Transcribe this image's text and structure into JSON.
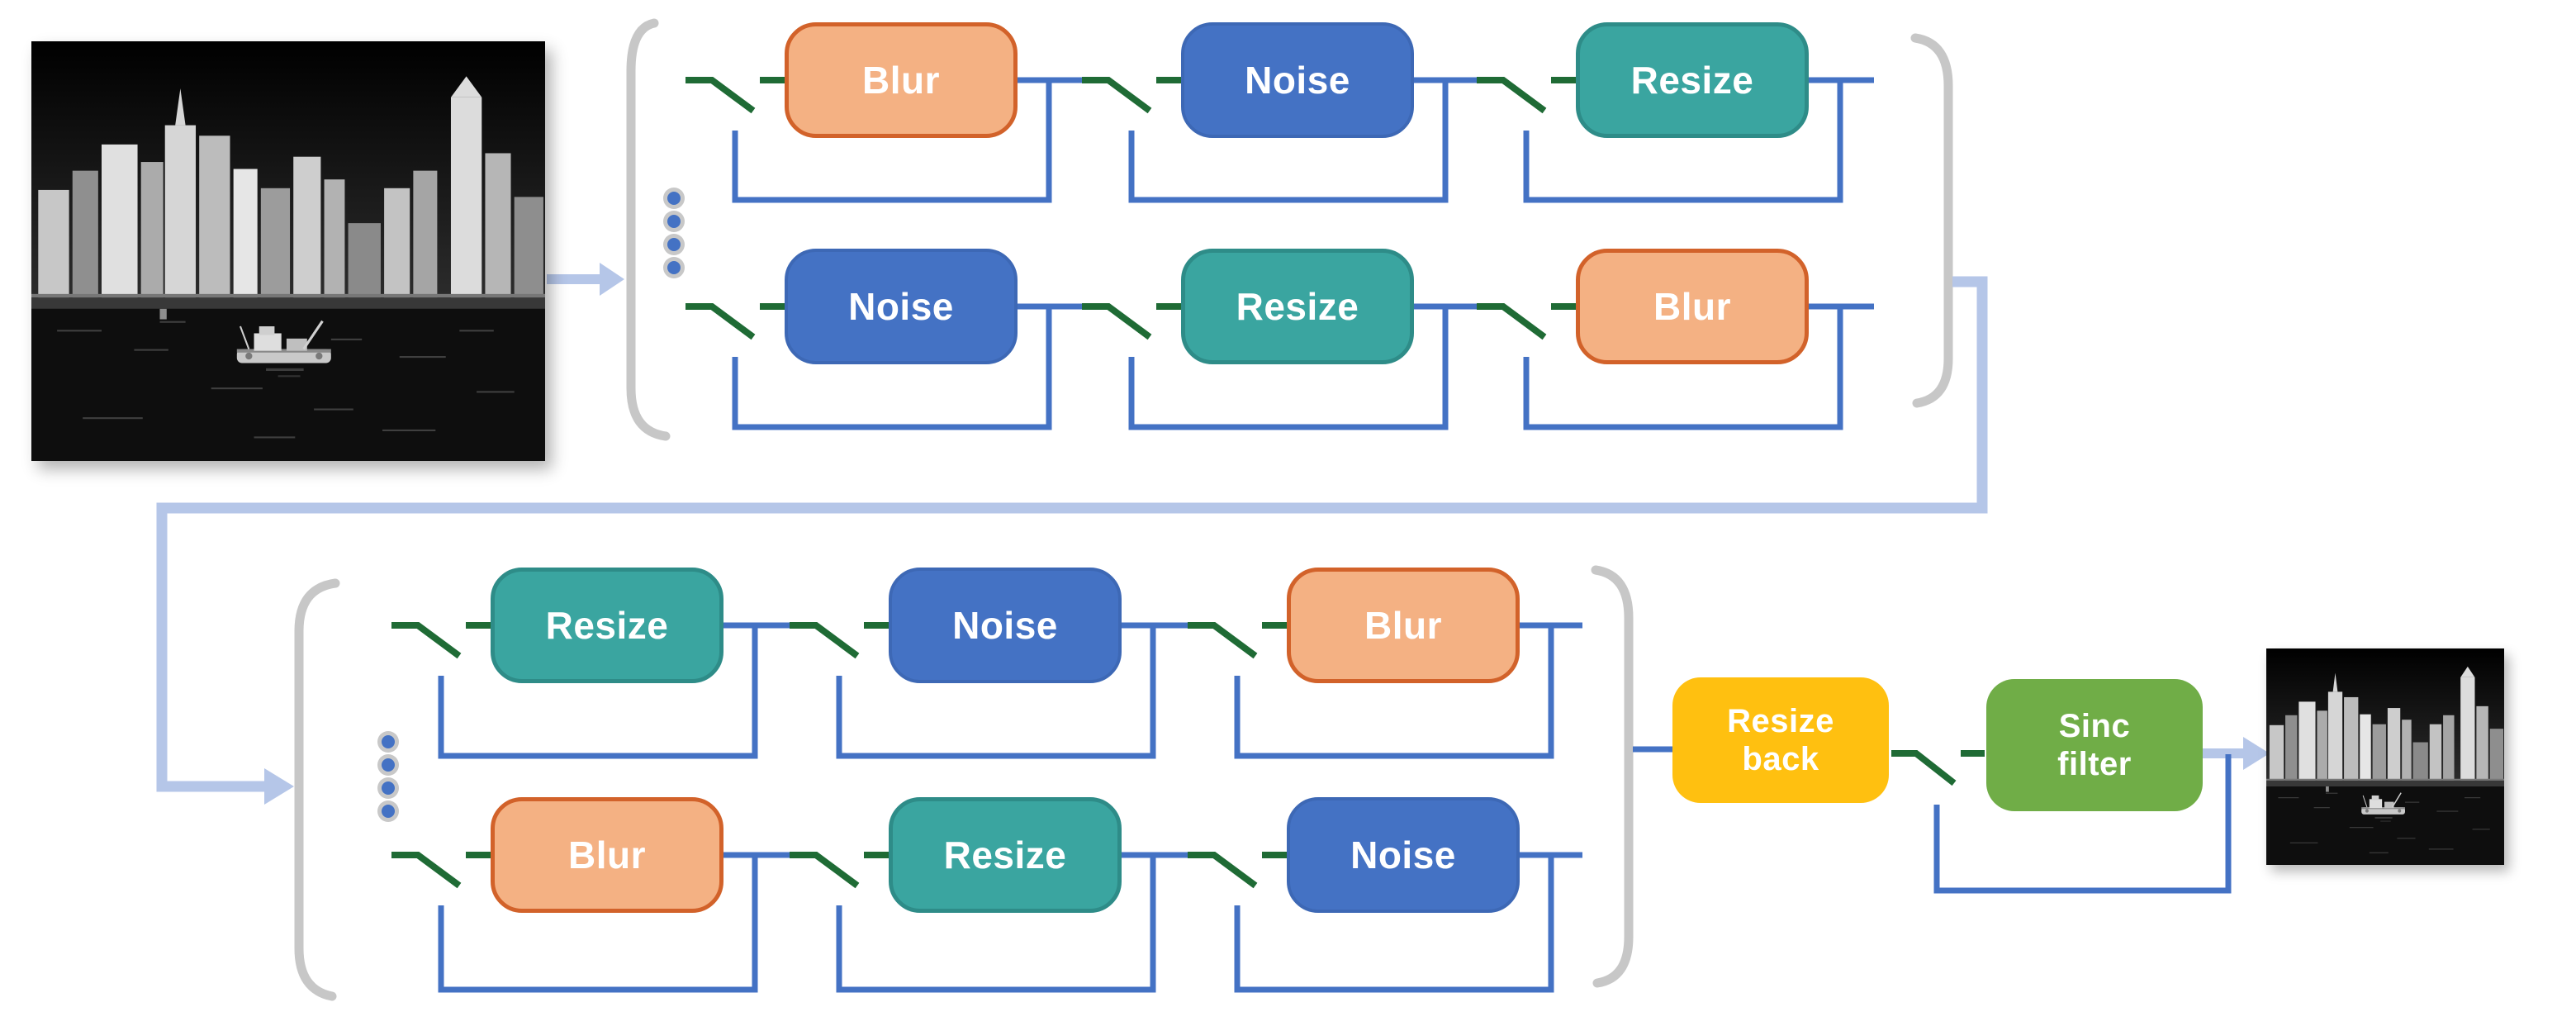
{
  "stage1": {
    "rows": [
      {
        "cells": [
          {
            "label": "Blur",
            "kind": "orange"
          },
          {
            "label": "Noise",
            "kind": "blue"
          },
          {
            "label": "Resize",
            "kind": "teal"
          }
        ]
      },
      {
        "cells": [
          {
            "label": "Noise",
            "kind": "blue"
          },
          {
            "label": "Resize",
            "kind": "teal"
          },
          {
            "label": "Blur",
            "kind": "orange"
          }
        ]
      }
    ]
  },
  "stage2": {
    "rows": [
      {
        "cells": [
          {
            "label": "Resize",
            "kind": "teal"
          },
          {
            "label": "Noise",
            "kind": "blue"
          },
          {
            "label": "Blur",
            "kind": "orange"
          }
        ]
      },
      {
        "cells": [
          {
            "label": "Blur",
            "kind": "orange"
          },
          {
            "label": "Resize",
            "kind": "teal"
          },
          {
            "label": "Noise",
            "kind": "blue"
          }
        ]
      }
    ]
  },
  "tail": {
    "resize_back": {
      "label": "Resize back",
      "kind": "yellow"
    },
    "sinc_filter": {
      "label": "Sinc filter",
      "kind": "green"
    }
  },
  "images": {
    "input": "city-harbor-night-photo",
    "output": "degraded-city-harbor-photo"
  },
  "colors": {
    "wire_blue": "#4472C4",
    "switch_green": "#1F6B35",
    "connector_light_blue": "#B5C6E8",
    "bracket_gray": "#C7C7C7",
    "dot_blue": "#4472C4",
    "dot_ring_gray": "#C8C8C8",
    "block_orange_fill": "#F4B183",
    "block_orange_border": "#D2622A",
    "block_blue_fill": "#4472C4",
    "block_teal_fill": "#3AA5A0",
    "block_teal_border": "#2E8C88",
    "block_yellow_fill": "#FFC010",
    "block_green_fill": "#70AD47"
  }
}
